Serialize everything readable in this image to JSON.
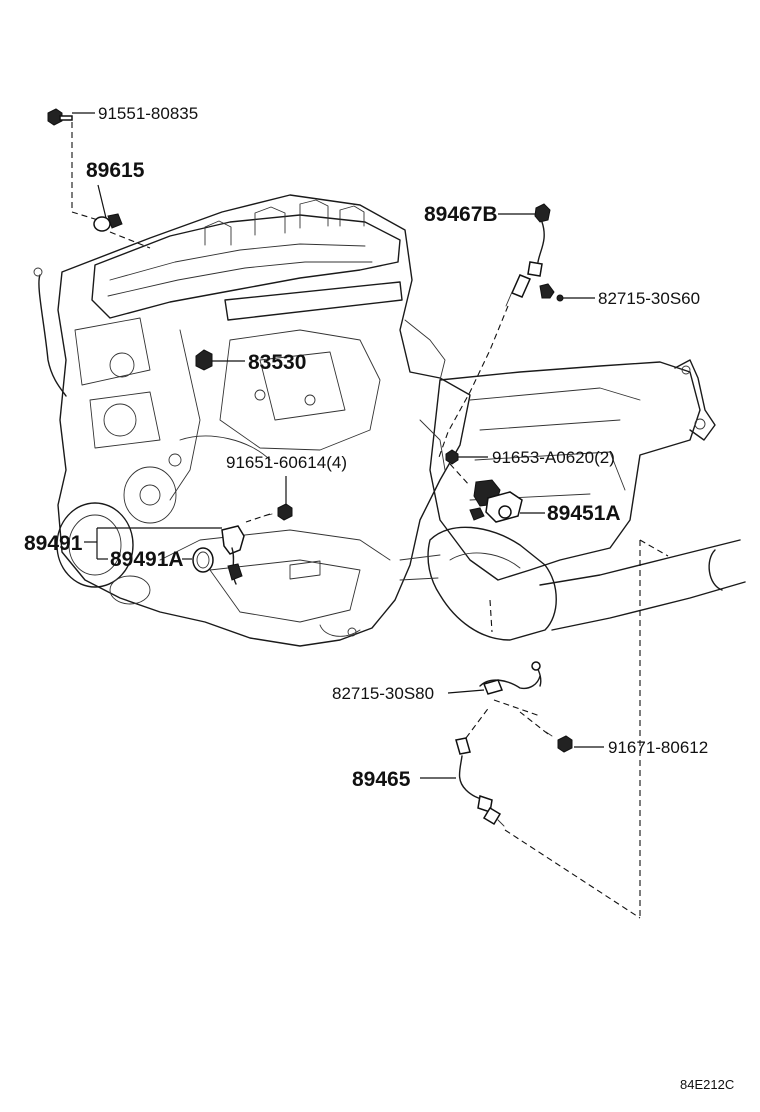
{
  "labels": {
    "p91551": "91551-80835",
    "p89615": "89615",
    "p89467b": "89467B",
    "p82715_s60": "82715-30S60",
    "p83530": "83530",
    "p91653": "91653-A0620(2)",
    "p91651": "91651-60614(4)",
    "p89451a": "89451A",
    "p89491": "89491",
    "p89491a": "89491A",
    "p82715_s80": "82715-30S80",
    "p91671": "91671-80612",
    "p89465": "89465"
  },
  "figure_code": "84E212C",
  "colors": {
    "ink": "#1a1a1a",
    "background": "#ffffff"
  }
}
